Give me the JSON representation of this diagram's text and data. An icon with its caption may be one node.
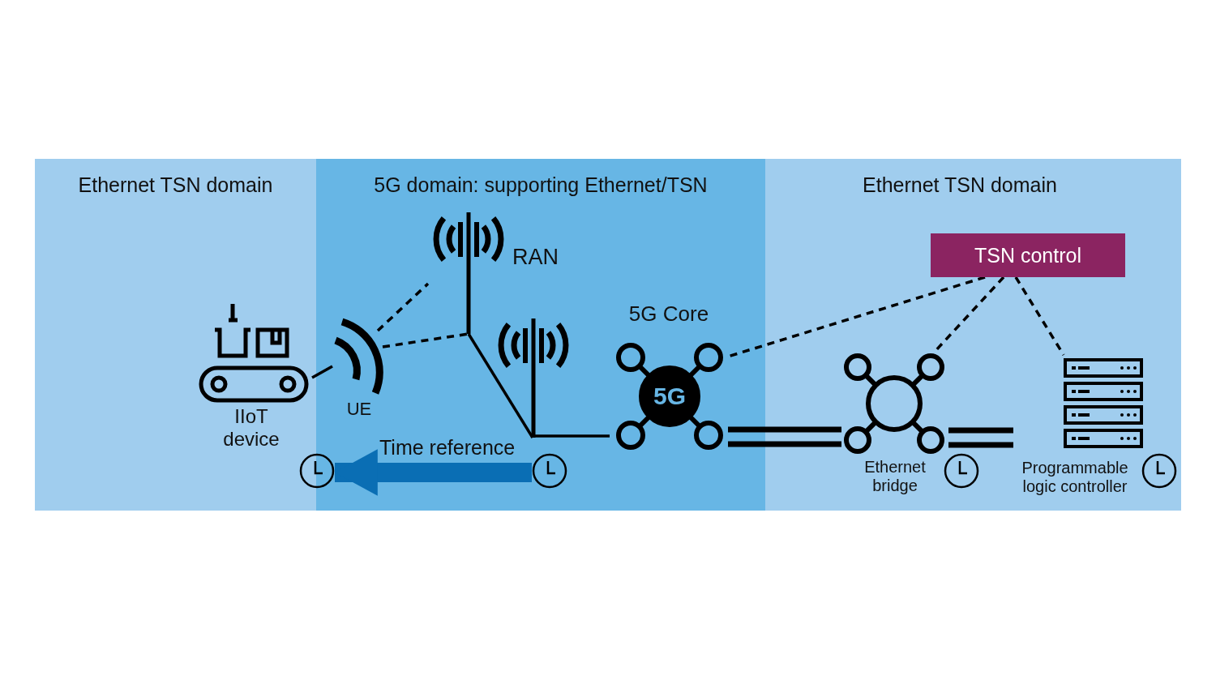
{
  "diagram": {
    "nodes": [
      {
        "text": [
          "Ethernet TSN domain"
        ]
      },
      {
        "text": [
          "5G domain: supporting Ethernet/TSN"
        ]
      },
      {
        "text": [
          "Ethernet TSN domain"
        ]
      },
      {
        "text": [
          "IIoT device"
        ],
        "in": 0
      },
      {
        "text": [
          "UE"
        ],
        "in": 1
      },
      {
        "text": [
          "RAN"
        ],
        "in": 1
      },
      {
        "text": [],
        "shape": "picture",
        "in": 1
      },
      {
        "text": [
          "5G Core",
          "5G"
        ],
        "in": 1
      },
      {
        "text": [
          "TSN control"
        ],
        "in": 2
      },
      {
        "text": [
          "Ethernet bridge"
        ],
        "in": 2
      },
      {
        "text": [
          "Programmable logic controller"
        ],
        "in": 2
      },
      {
        "text": [],
        "shape": "clock"
      },
      {
        "text": [],
        "shape": "clock",
        "in": 1
      },
      {
        "text": [],
        "shape": "clock",
        "in": 2
      },
      {
        "text": [],
        "shape": "clock",
        "in": 2
      }
    ],
    "edges": [
      {
        "from": 3,
        "to": 4,
        "arrow": "none"
      },
      {
        "from": 4,
        "to": 5,
        "arrow": "none",
        "style": "dashed"
      },
      {
        "from": 4,
        "to": 5,
        "arrow": "none",
        "style": "dashed"
      },
      {
        "from": 5,
        "to": 6,
        "arrow": "none"
      },
      {
        "from": 6,
        "to": 7,
        "arrow": "none"
      },
      {
        "from": 7,
        "to": 9,
        "arrow": "none",
        "style": "thick"
      },
      {
        "from": 9,
        "to": 10,
        "arrow": "none",
        "style": "thick"
      },
      {
        "from": 8,
        "to": 7,
        "arrow": "none",
        "style": "dashed"
      },
      {
        "from": 8,
        "to": 9,
        "arrow": "none",
        "style": "dashed"
      },
      {
        "from": 8,
        "to": 10,
        "arrow": "none",
        "style": "dashed"
      },
      {
        "from": 12,
        "to": 11,
        "arrow": "to",
        "style": "thick",
        "color": "#0a6eb4",
        "label": "Time reference"
      }
    ]
  }
}
